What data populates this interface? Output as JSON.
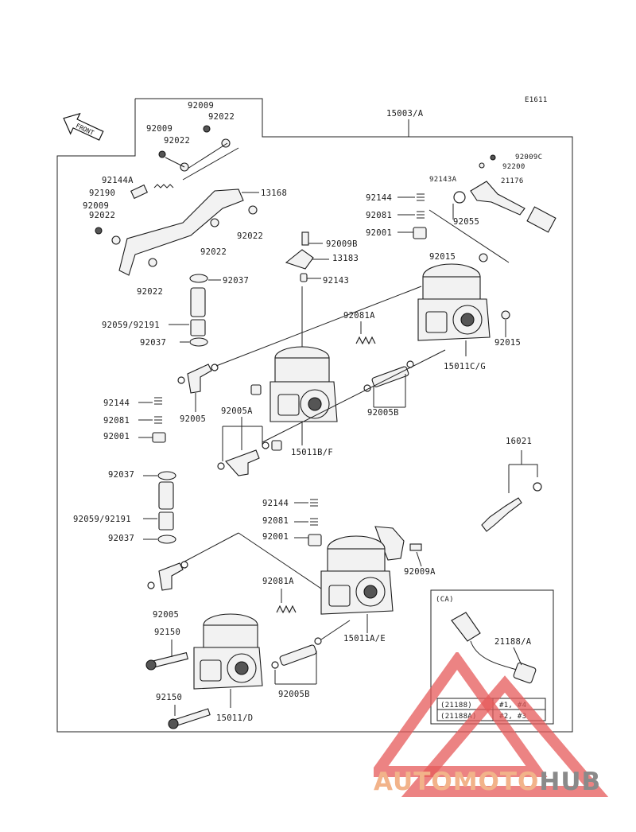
{
  "diagram": {
    "code": "E1611",
    "front_arrow": "FRONT",
    "assembly": "15003/A",
    "parts_upper": [
      "92009",
      "92022",
      "92009",
      "92022",
      "92144A",
      "92190",
      "92009",
      "92022",
      "13168",
      "92022",
      "92022",
      "92022",
      "92037",
      "92059/92191",
      "92037",
      "92144",
      "92081",
      "92001",
      "92005",
      "92005A"
    ],
    "parts_center": [
      "92009B",
      "13183",
      "92143",
      "92081A",
      "15011B/F",
      "92005B"
    ],
    "parts_right": [
      "92009C",
      "92200",
      "92143A",
      "21176",
      "92144",
      "92081",
      "92055",
      "92001",
      "92015",
      "92015",
      "15011C/G"
    ],
    "parts_lower": [
      "16021",
      "92037",
      "92059/92191",
      "92037",
      "92144",
      "92081",
      "92001",
      "92009A",
      "92005",
      "92081A",
      "15011A/E",
      "92150",
      "92150",
      "15011/D",
      "92005B"
    ],
    "inset": {
      "region": "(CA)",
      "part": "21188/A",
      "table": [
        {
          "part": "(21188)",
          "cyl": "#1, #4"
        },
        {
          "part": "(21188A)",
          "cyl": "#2, #3"
        }
      ]
    }
  },
  "watermark": {
    "word_a": "AUTOMOTO",
    "word_b": "HUB",
    "color_a": "#f2b38a",
    "color_b": "#8a8a8a",
    "triangle_color": "#e55a5a"
  }
}
